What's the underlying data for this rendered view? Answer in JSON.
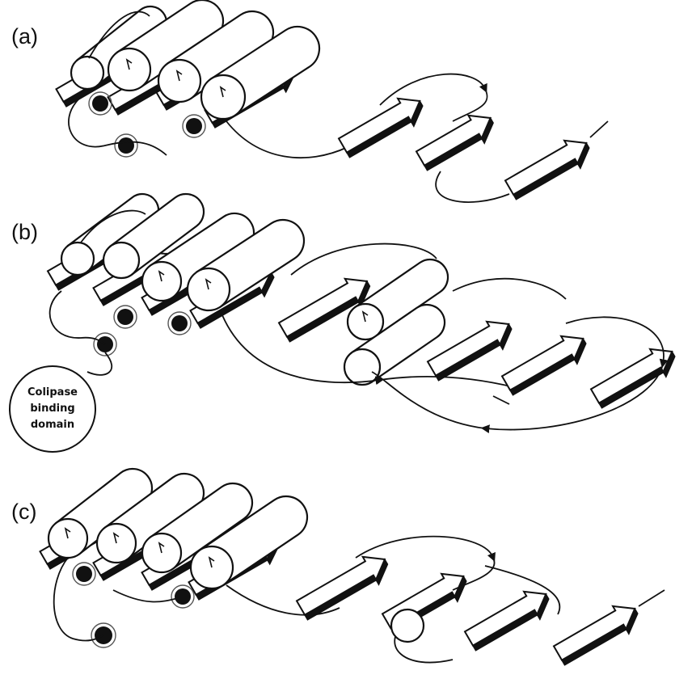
{
  "panels": [
    {
      "label": "(a)"
    },
    {
      "label": "(b)"
    },
    {
      "label": "(c)"
    }
  ],
  "callout": {
    "lines": [
      "Colipase",
      "binding",
      "domain"
    ]
  },
  "colors": {
    "ink": "#111111",
    "background": "#ffffff"
  }
}
